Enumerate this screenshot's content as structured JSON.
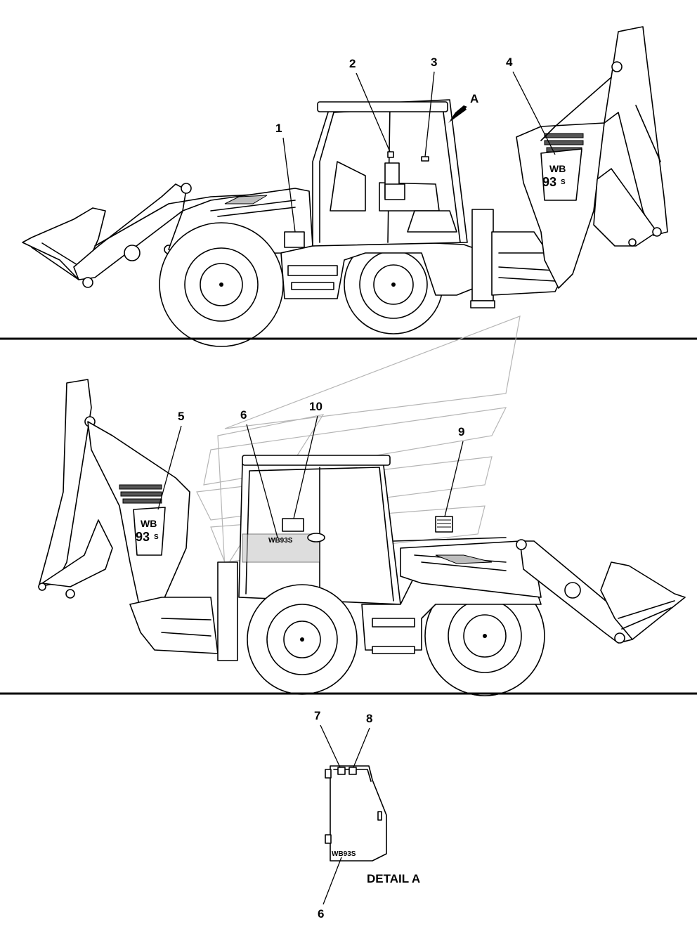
{
  "callouts": {
    "c1": "1",
    "c2": "2",
    "c3": "3",
    "c4": "4",
    "c5": "5",
    "c6": "6",
    "c7": "7",
    "c8": "8",
    "c9": "9",
    "c10": "10",
    "c6b": "6",
    "view_a": "A"
  },
  "decals": {
    "wb": "WB",
    "num": "93",
    "suffix": "S",
    "inline": "WB93S"
  },
  "detail_label": "DETAIL A"
}
